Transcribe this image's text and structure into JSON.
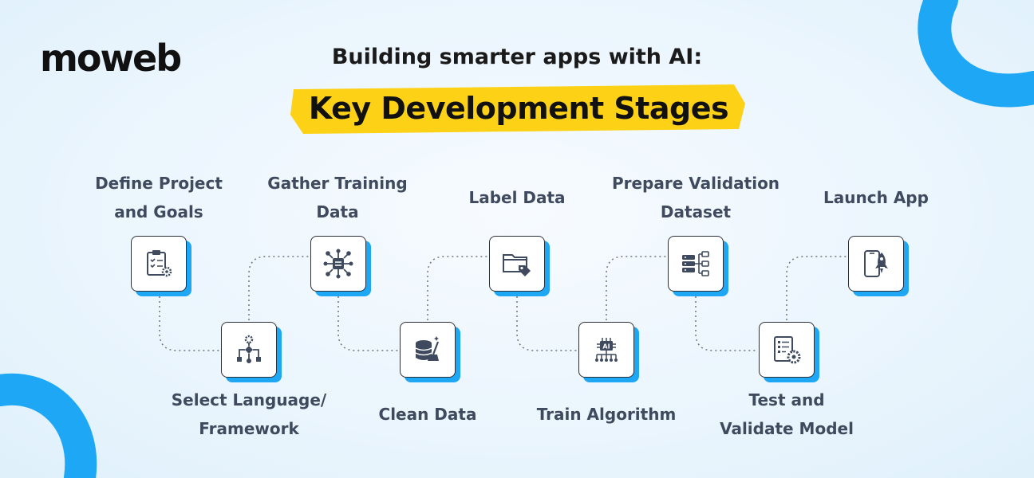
{
  "brand": {
    "logo_text": "moweb"
  },
  "header": {
    "title_line1": "Building smarter apps with AI:",
    "title_line2": "Key Development Stages"
  },
  "colors": {
    "accent_blue": "#1ea7f5",
    "highlight_yellow": "#fcd116",
    "text_dark": "#1a1a1a",
    "label_gray": "#3f4a5e"
  },
  "stages": [
    {
      "id": 1,
      "label": "Define Project and Goals",
      "label_lines": [
        "Define Project",
        "and Goals"
      ],
      "icon": "clipboard-gear-icon"
    },
    {
      "id": 2,
      "label": "Select Language/ Framework",
      "label_lines": [
        "Select Language/",
        "Framework"
      ],
      "icon": "flowchart-gear-icon"
    },
    {
      "id": 3,
      "label": "Gather Training Data",
      "label_lines": [
        "Gather Training",
        "Data"
      ],
      "icon": "network-hub-icon"
    },
    {
      "id": 4,
      "label": "Clean Data",
      "label_lines": [
        "Clean Data"
      ],
      "icon": "database-broom-icon"
    },
    {
      "id": 5,
      "label": "Label Data",
      "label_lines": [
        "Label Data"
      ],
      "icon": "folder-tag-icon"
    },
    {
      "id": 6,
      "label": "Train Algorithm",
      "label_lines": [
        "Train Algorithm"
      ],
      "icon": "ai-chip-icon"
    },
    {
      "id": 7,
      "label": "Prepare Validation Dataset",
      "label_lines": [
        "Prepare Validation",
        "Dataset"
      ],
      "icon": "database-tree-icon"
    },
    {
      "id": 8,
      "label": "Test and Validate Model",
      "label_lines": [
        "Test and",
        "Validate Model"
      ],
      "icon": "checklist-gear-icon"
    },
    {
      "id": 9,
      "label": "Launch App",
      "label_lines": [
        "Launch App"
      ],
      "icon": "phone-rocket-icon"
    }
  ]
}
